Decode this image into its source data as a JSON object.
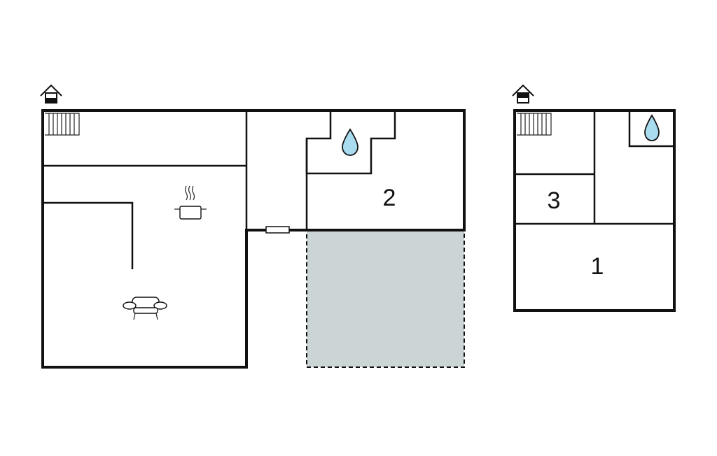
{
  "colors": {
    "wall": "#111111",
    "terrace": "#ccd5d5",
    "water": "#a9dcef",
    "background": "#ffffff"
  },
  "floors": [
    {
      "id": "ground-floor",
      "level_icon": "house-ground-level-icon",
      "room_labels": [
        "2"
      ],
      "icons": [
        "stairs-icon",
        "cooking-pot-icon",
        "armchair-icon",
        "water-drop-icon",
        "door-icon"
      ],
      "outdoor_area": "terrace"
    },
    {
      "id": "upper-floor",
      "level_icon": "house-upper-level-icon",
      "room_labels": [
        "3",
        "1"
      ],
      "icons": [
        "stairs-icon",
        "water-drop-icon"
      ]
    }
  ]
}
